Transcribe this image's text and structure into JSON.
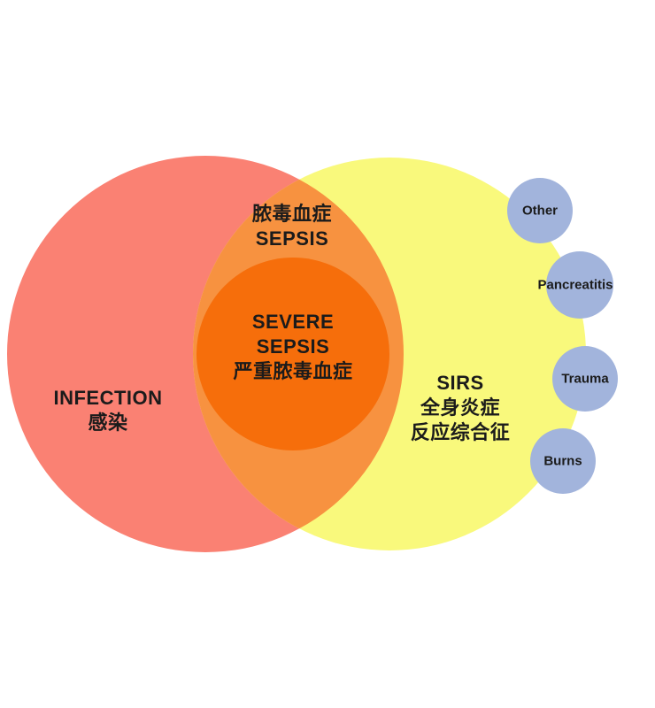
{
  "diagram": {
    "type": "venn",
    "background": "#ffffff",
    "text_color": "#1b1b1b",
    "regions": {
      "infection": {
        "line1": "INFECTION",
        "line2": "感染",
        "color": "#fa8173"
      },
      "sirs": {
        "line1": "SIRS",
        "line2": "全身炎症",
        "line3": "反应综合征",
        "color": "#f9f97c"
      },
      "sepsis": {
        "line1": "脓毒血症",
        "line2": "SEPSIS",
        "color": "#f79240"
      },
      "severe_sepsis": {
        "line1": "SEVERE",
        "line2": "SEPSIS",
        "line3": "严重脓毒血症",
        "color": "#f66e0b"
      }
    },
    "satellites": [
      {
        "label": "Other",
        "color": "#a2b4dc"
      },
      {
        "label": "Pancreatitis",
        "color": "#a2b4dc"
      },
      {
        "label": "Trauma",
        "color": "#a2b4dc"
      },
      {
        "label": "Burns",
        "color": "#a2b4dc"
      }
    ]
  }
}
